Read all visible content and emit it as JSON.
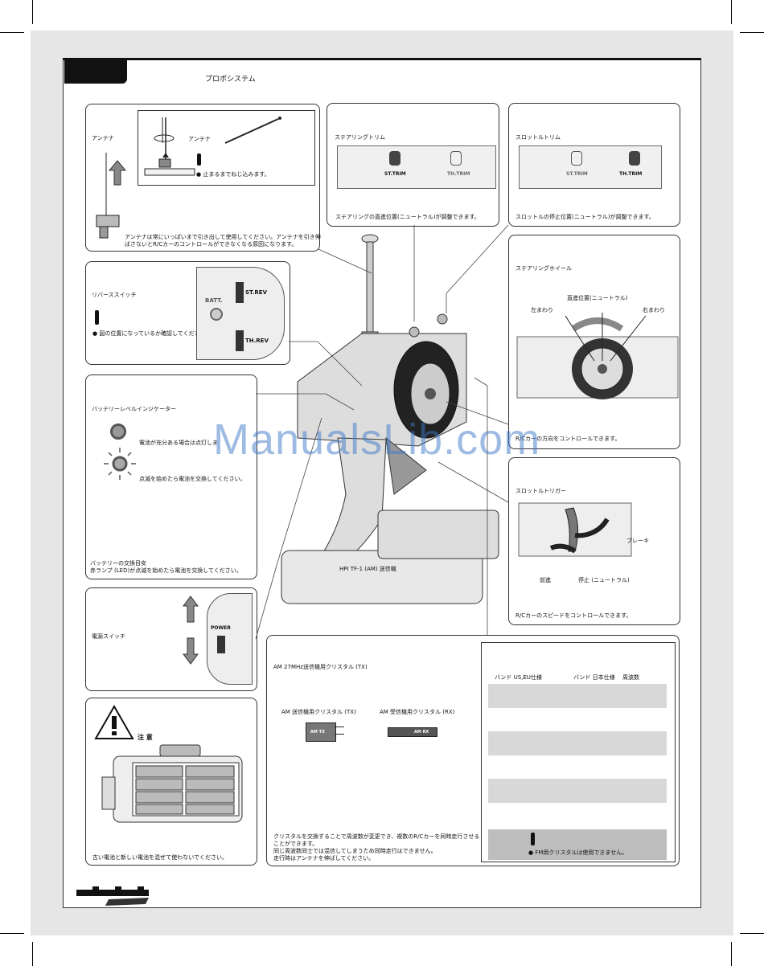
{
  "header": {
    "title": "プロポシステム"
  },
  "antenna": {
    "label": "アンテナ",
    "inset_label": "アンテナ",
    "inset_note": "止まるまでねじ込みます。",
    "desc_line1": "アンテナは常にいっぱいまで引き出して使用してください。アンテナを引き伸",
    "desc_line2": "ばさないとR/Cカーのコントロールができなくなる原因になります。"
  },
  "reverse": {
    "label": "リバーススイッチ",
    "note": "図の位置になっているか確認してください。",
    "st_rev": "ST.REV",
    "th_rev": "TH.REV",
    "batt": "BATT."
  },
  "battery": {
    "label": "バッテリーレベルインジケーター",
    "on_text": "電池が充分ある場合は点灯しま",
    "blink_text": "点滅を始めたら電池を交換してください。",
    "change_title": "バッテリーの交換目安",
    "change_text": "赤ランプ (LED)が点滅を始めたら電池を交換してください。"
  },
  "power": {
    "label": "電源スイッチ",
    "power_text": "POWER"
  },
  "caution": {
    "title": "注 意",
    "text": "古い電池と新しい電池を混ぜて使わないでください。"
  },
  "steering_trim": {
    "label": "ステアリングトリム",
    "desc": "ステアリングの直進位置(ニュートラル)が調整できます。",
    "st_trim": "ST.TRIM",
    "th_trim": "TH.TRIM"
  },
  "throttle_trim": {
    "label": "スロットルトリム",
    "desc": "スロットルの停止位置(ニュートラル)が調整できます。",
    "st_trim": "ST.TRIM",
    "th_trim": "TH.TRIM"
  },
  "steering_wheel": {
    "label": "ステアリングホイール",
    "neutral": "直進位置(ニュートラル)",
    "left": "左まわり",
    "right": "右まわり",
    "desc": "R/Cカーの方向をコントロールできます。"
  },
  "throttle_trigger": {
    "label": "スロットルトリガー",
    "brake": "ブレーキ",
    "forward": "前進",
    "stop": "停止 (ニュートラル)",
    "desc": "R/Cカーのスピードをコントロールできます。"
  },
  "transmitter": {
    "label": "HPI TF-1 (AM) 送信機"
  },
  "crystal": {
    "title": "AM 27MHz送信機用クリスタル (TX)",
    "tx_label": "AM 送信機用クリスタル (TX)",
    "rx_label": "AM 受信機用クリスタル (RX)",
    "tx_chip": "AM TX",
    "rx_chip": "AM RX",
    "note_line1": "クリスタルを交換することで周波数が変更でき、複数のR/Cカーを同時走行させる",
    "note_line2": "ことができます。",
    "note_line3": "同じ周波数同士では混信してしまうため同時走行はできません。",
    "note_line4": "走行時はアンテナを伸ばしてください。"
  },
  "band_table": {
    "headers": [
      "バンド US,EU仕様",
      "バンド 日本仕様",
      "周波数"
    ],
    "warning": "FM用クリスタルは使用できません。"
  },
  "watermark": "ManualsLib.com"
}
